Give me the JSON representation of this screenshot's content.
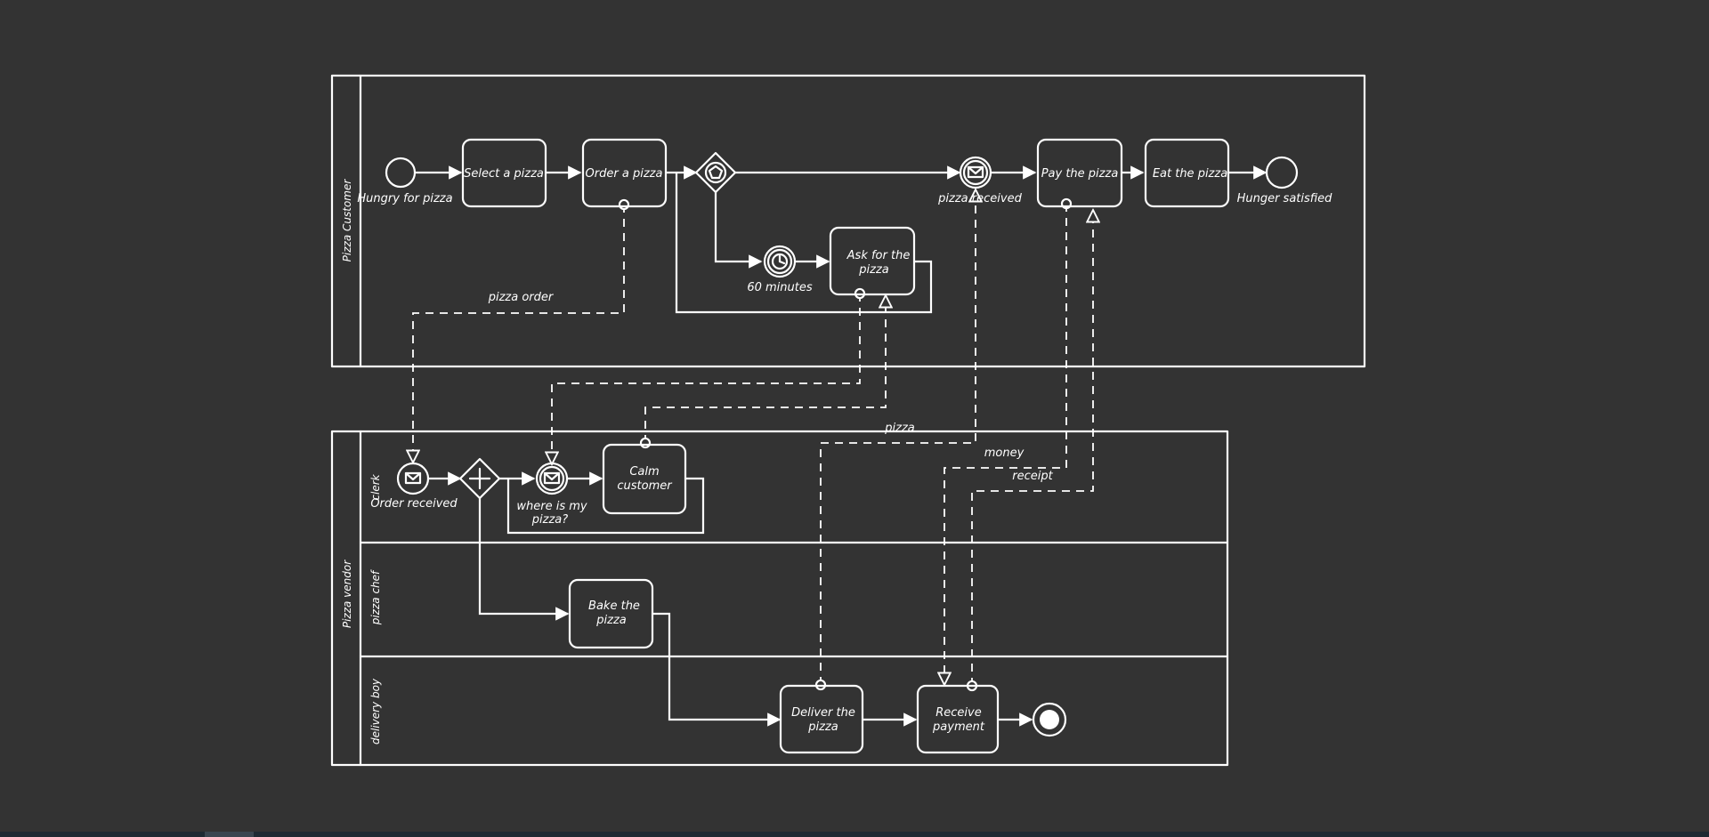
{
  "pools": {
    "customer": {
      "label": "Pizza Customer"
    },
    "vendor": {
      "label": "Pizza vendor"
    }
  },
  "lanes": {
    "clerk": "clerk",
    "chef": "pizza chef",
    "delivery": "delivery boy"
  },
  "events": {
    "hungry": "Hungry for pizza",
    "pizza_received": "pizza received",
    "hunger_satisfied": "Hunger satisfied",
    "timer": "60 minutes",
    "order_received": "Order received",
    "where_is_line1": "where is my",
    "where_is_line2": "pizza?"
  },
  "tasks": {
    "select": "Select a pizza",
    "order": "Order a pizza",
    "pay": "Pay the pizza",
    "eat": "Eat the pizza",
    "ask_line1": "Ask for the",
    "ask_line2": "pizza",
    "calm_line1": "Calm",
    "calm_line2": "customer",
    "bake_line1": "Bake the",
    "bake_line2": "pizza",
    "deliver_line1": "Deliver the",
    "deliver_line2": "pizza",
    "receive_line1": "Receive",
    "receive_line2": "payment"
  },
  "messages": {
    "pizza_order": "pizza order",
    "pizza": "pizza",
    "money": "money",
    "receipt": "receipt"
  },
  "icons": [
    "envelope-icon",
    "timer-clock-icon",
    "pentagon-event-gateway-icon",
    "parallel-plus-gateway-icon"
  ],
  "colors": {
    "background": "#333333",
    "stroke": "#ffffff",
    "footer": "#1e2a33"
  }
}
